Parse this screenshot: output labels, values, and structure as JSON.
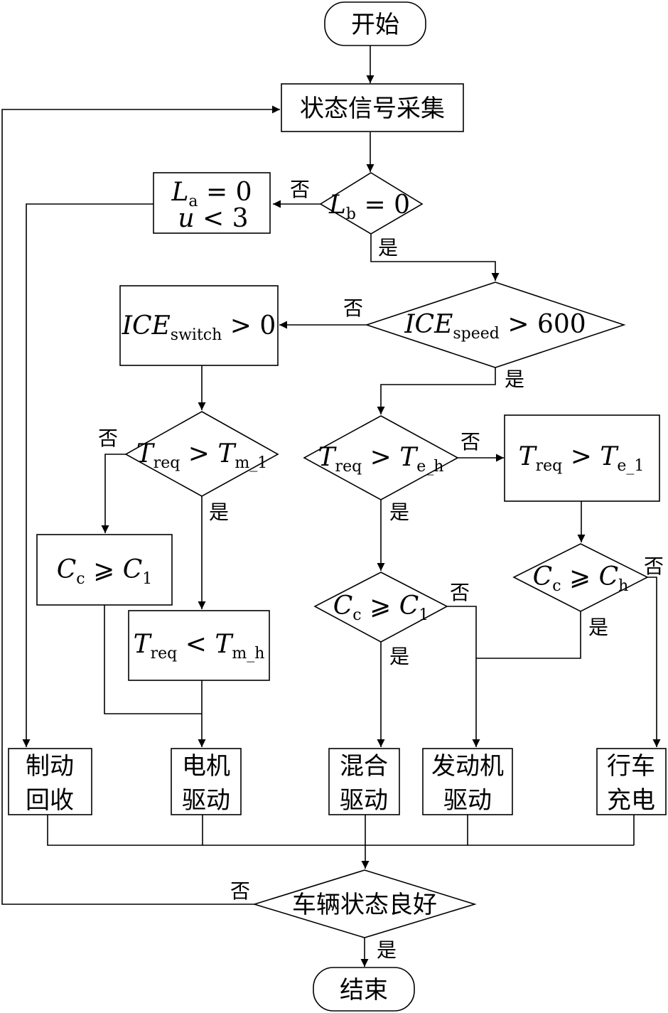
{
  "terminals": {
    "start": "开始",
    "end": "结束"
  },
  "process": {
    "collect": "状态信号采集"
  },
  "decisions": {
    "lb": {
      "var": "L",
      "sub": "b",
      "op": " = ",
      "rhs": "0"
    },
    "ice_speed": {
      "var": "ICE",
      "sub": "speed",
      "op": " > ",
      "rhs": "600"
    },
    "treq_tm1": {
      "var": "T",
      "sub": "req",
      "op": " > ",
      "rhs_var": "T",
      "rhs_sub": "m_1"
    },
    "treq_teh": {
      "var": "T",
      "sub": "req",
      "op": " > ",
      "rhs_var": "T",
      "rhs_sub": "e_h"
    },
    "cc_c1": {
      "var": "C",
      "sub": "c",
      "op": " ⩾ ",
      "rhs_var": "C",
      "rhs_sub": "1"
    },
    "cc_ch": {
      "var": "C",
      "sub": "c",
      "op": " ⩾ ",
      "rhs_var": "C",
      "rhs_sub": "h"
    },
    "vehicle_ok": "车辆状态良好"
  },
  "boxes": {
    "la": {
      "var": "L",
      "sub": "a",
      "op": " = ",
      "rhs": "0"
    },
    "u3": {
      "var": "u",
      "op": " < ",
      "rhs": "3"
    },
    "ice_switch": {
      "var": "ICE",
      "sub": "switch",
      "op": " > ",
      "rhs": "0"
    },
    "cc_c1_left": {
      "var": "C",
      "sub": "c",
      "op": " ⩾ ",
      "rhs_var": "C",
      "rhs_sub": "1"
    },
    "treq_tmh": {
      "var": "T",
      "sub": "req",
      "op": " < ",
      "rhs_var": "T",
      "rhs_sub": "m_h"
    },
    "treq_te1": {
      "var": "T",
      "sub": "req",
      "op": " > ",
      "rhs_var": "T",
      "rhs_sub": "e_1"
    }
  },
  "modes": {
    "brake": [
      "制动",
      "回收"
    ],
    "motor": [
      "电机",
      "驱动"
    ],
    "hybrid": [
      "混合",
      "驱动"
    ],
    "engine": [
      "发动机",
      "驱动"
    ],
    "charge": [
      "行车",
      "充电"
    ]
  },
  "labels": {
    "yes": "是",
    "no": "否"
  }
}
